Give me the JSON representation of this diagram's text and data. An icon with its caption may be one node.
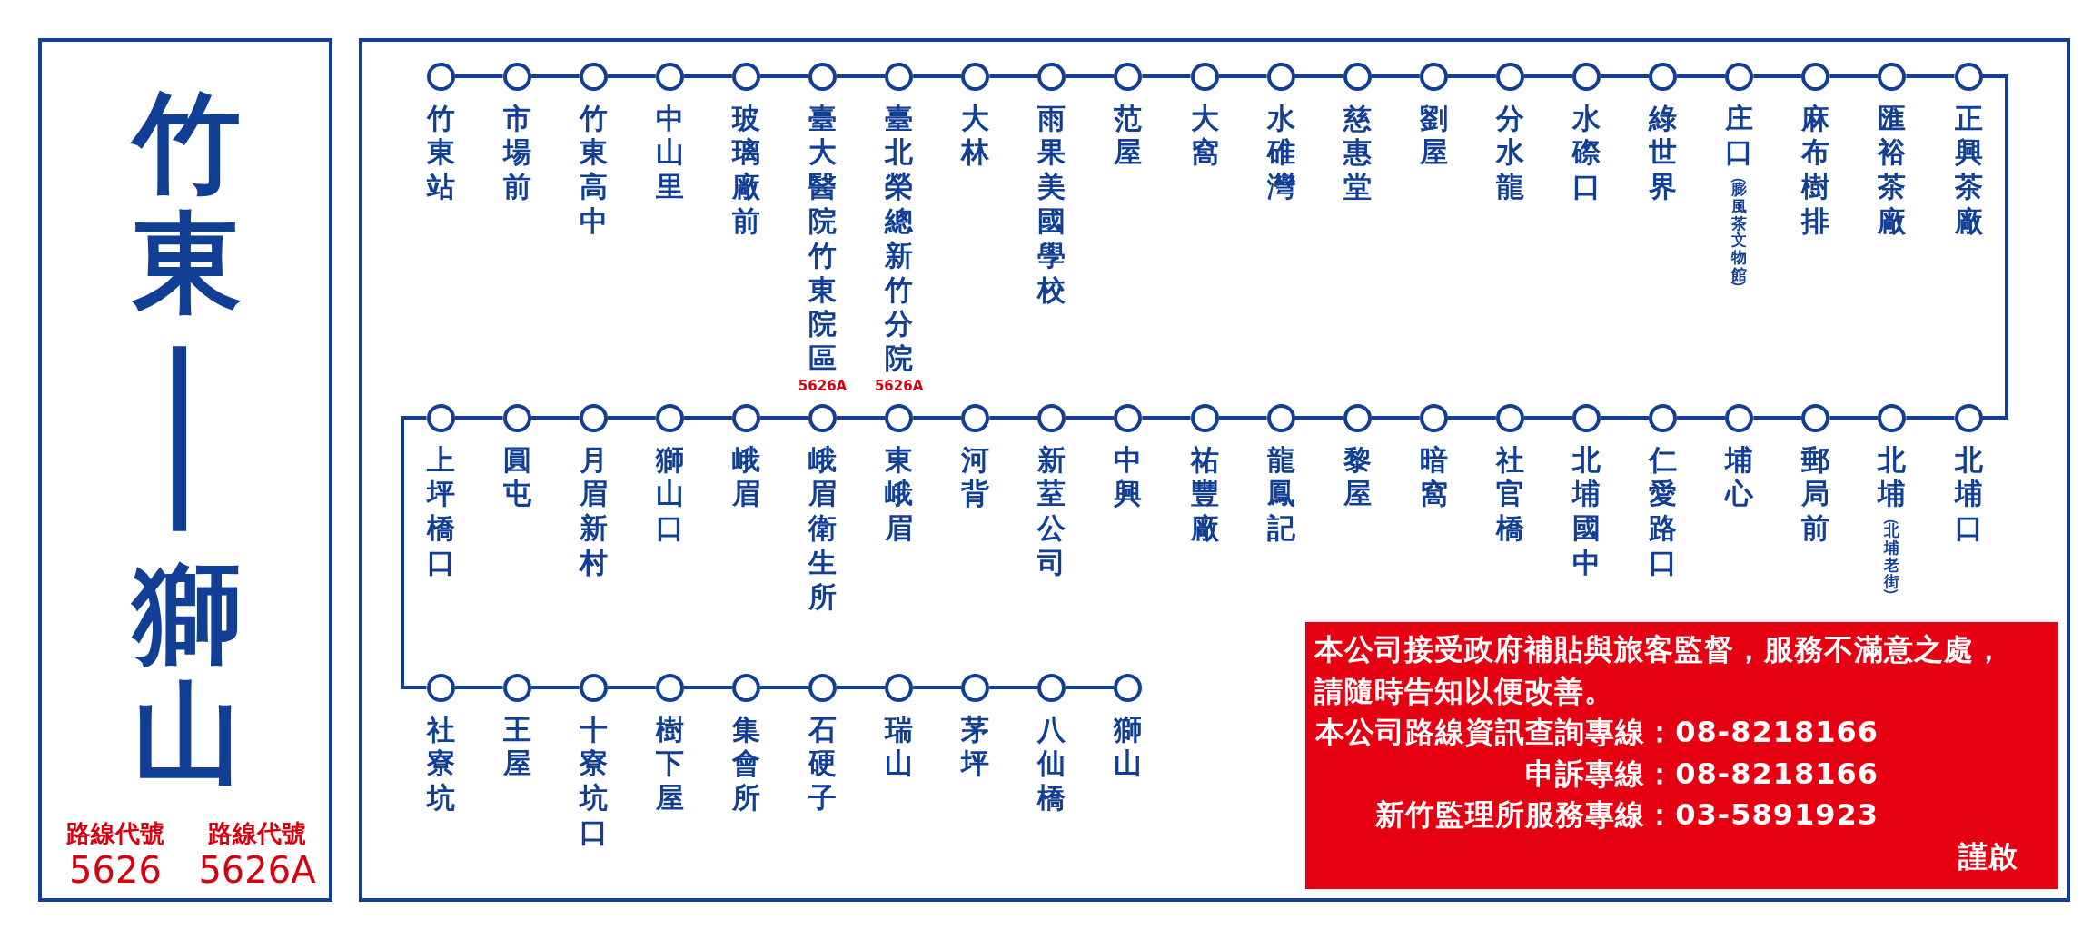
{
  "diagram": {
    "nodes": [
      {
        "text": [
          "竹東—獅山",
          "路線代號",
          "5626",
          "路線代號",
          "5626A"
        ]
      },
      {
        "text": [],
        "shape": "box"
      },
      {
        "text": [
          "竹東站"
        ],
        "in": 1
      },
      {
        "text": [
          "市場前"
        ],
        "in": 1
      },
      {
        "text": [
          "竹東高中"
        ],
        "in": 1
      },
      {
        "text": [
          "中山里"
        ],
        "in": 1
      },
      {
        "text": [
          "玻璃廠前"
        ],
        "in": 1
      },
      {
        "text": [
          "臺大醫院竹東院區"
        ],
        "in": 1
      },
      {
        "text": [
          "臺北榮總新竹分院"
        ],
        "in": 1
      },
      {
        "text": [
          "大林"
        ],
        "in": 1
      },
      {
        "text": [
          "雨果美國學校"
        ],
        "in": 1
      },
      {
        "text": [
          "范屋"
        ],
        "in": 1
      },
      {
        "text": [
          "大窩"
        ],
        "in": 1
      },
      {
        "text": [
          "水碓灣"
        ],
        "in": 1
      },
      {
        "text": [
          "慈惠堂"
        ],
        "in": 1
      },
      {
        "text": [
          "劉屋"
        ],
        "in": 1
      },
      {
        "text": [
          "分水龍"
        ],
        "in": 1
      },
      {
        "text": [
          "水磜口"
        ],
        "in": 1
      },
      {
        "text": [
          "綠世界"
        ],
        "in": 1
      },
      {
        "text": [
          "庄口",
          "（膨風茶文物館）"
        ],
        "in": 1
      },
      {
        "text": [
          "麻布樹排"
        ],
        "in": 1
      },
      {
        "text": [
          "匯裕茶廠"
        ],
        "in": 1
      },
      {
        "text": [
          "正興茶廠"
        ],
        "in": 1
      },
      {
        "text": [
          "北埔口"
        ],
        "in": 1
      },
      {
        "text": [
          "北埔",
          "（北埔老街）"
        ],
        "in": 1
      },
      {
        "text": [
          "郵局前"
        ],
        "in": 1
      },
      {
        "text": [
          "埔心"
        ],
        "in": 1
      },
      {
        "text": [
          "仁愛路口"
        ],
        "in": 1
      },
      {
        "text": [
          "北埔國中"
        ],
        "in": 1
      },
      {
        "text": [
          "社官橋"
        ],
        "in": 1
      },
      {
        "text": [
          "暗窩"
        ],
        "in": 1
      },
      {
        "text": [
          "黎屋"
        ],
        "in": 1
      },
      {
        "text": [
          "龍鳳記"
        ],
        "in": 1
      },
      {
        "text": [
          "祐豐廠"
        ],
        "in": 1
      },
      {
        "text": [
          "中興"
        ],
        "in": 1
      },
      {
        "text": [
          "新荎公司"
        ],
        "in": 1
      },
      {
        "text": [
          "河背"
        ],
        "in": 1
      },
      {
        "text": [
          "東峨眉"
        ],
        "in": 1
      },
      {
        "text": [
          "峨眉衛生所"
        ],
        "in": 1
      },
      {
        "text": [
          "峨眉"
        ],
        "in": 1
      },
      {
        "text": [
          "獅山口"
        ],
        "in": 1
      },
      {
        "text": [
          "月眉新村"
        ],
        "in": 1
      },
      {
        "text": [
          "圓屯"
        ],
        "in": 1
      },
      {
        "text": [
          "上坪橋口"
        ],
        "in": 1
      },
      {
        "text": [
          "社寮坑"
        ],
        "in": 1
      },
      {
        "text": [
          "王屋"
        ],
        "in": 1
      },
      {
        "text": [
          "十寮坑口"
        ],
        "in": 1
      },
      {
        "text": [
          "樹下屋"
        ],
        "in": 1
      },
      {
        "text": [
          "集會所"
        ],
        "in": 1
      },
      {
        "text": [
          "石硬子"
        ],
        "in": 1
      },
      {
        "text": [
          "瑞山"
        ],
        "in": 1
      },
      {
        "text": [
          "茅坪"
        ],
        "in": 1
      },
      {
        "text": [
          "八仙橋"
        ],
        "in": 1
      },
      {
        "text": [
          "獅山"
        ],
        "in": 1
      },
      {
        "text": [
          "本公司接受政府補貼與旅客監督，服務不滿意之處，請隨時告知以便改善。",
          "本公司路線資訊查詢專線：08-8218166",
          "申訴專線：08-8218166",
          "新竹監理所服務專線：03-5891923",
          "謹啟"
        ],
        "in": 1
      }
    ],
    "edges": [
      {
        "from": 2,
        "to": 3,
        "arrow": "none"
      },
      {
        "from": 3,
        "to": 4,
        "arrow": "none"
      },
      {
        "from": 4,
        "to": 5,
        "arrow": "none"
      },
      {
        "from": 5,
        "to": 6,
        "arrow": "none"
      },
      {
        "from": 6,
        "to": 7,
        "arrow": "none"
      },
      {
        "from": 7,
        "to": 8,
        "arrow": "none"
      },
      {
        "from": 8,
        "to": 9,
        "arrow": "none"
      },
      {
        "from": 9,
        "to": 10,
        "arrow": "none"
      },
      {
        "from": 10,
        "to": 11,
        "arrow": "none"
      },
      {
        "from": 11,
        "to": 12,
        "arrow": "none"
      },
      {
        "from": 12,
        "to": 13,
        "arrow": "none"
      },
      {
        "from": 13,
        "to": 14,
        "arrow": "none"
      },
      {
        "from": 14,
        "to": 15,
        "arrow": "none"
      },
      {
        "from": 15,
        "to": 16,
        "arrow": "none"
      },
      {
        "from": 16,
        "to": 17,
        "arrow": "none"
      },
      {
        "from": 17,
        "to": 18,
        "arrow": "none"
      },
      {
        "from": 18,
        "to": 19,
        "arrow": "none"
      },
      {
        "from": 19,
        "to": 20,
        "arrow": "none"
      },
      {
        "from": 20,
        "to": 21,
        "arrow": "none"
      },
      {
        "from": 21,
        "to": 22,
        "arrow": "none"
      },
      {
        "from": 22,
        "to": 23,
        "arrow": "none"
      },
      {
        "from": 23,
        "to": 24,
        "arrow": "none"
      },
      {
        "from": 24,
        "to": 25,
        "arrow": "none"
      },
      {
        "from": 25,
        "to": 26,
        "arrow": "none"
      },
      {
        "from": 26,
        "to": 27,
        "arrow": "none"
      },
      {
        "from": 27,
        "to": 28,
        "arrow": "none"
      },
      {
        "from": 28,
        "to": 29,
        "arrow": "none"
      },
      {
        "from": 29,
        "to": 30,
        "arrow": "none"
      },
      {
        "from": 30,
        "to": 31,
        "arrow": "none"
      },
      {
        "from": 31,
        "to": 32,
        "arrow": "none"
      },
      {
        "from": 32,
        "to": 33,
        "arrow": "none"
      },
      {
        "from": 33,
        "to": 34,
        "arrow": "none"
      },
      {
        "from": 34,
        "to": 35,
        "arrow": "none"
      },
      {
        "from": 35,
        "to": 36,
        "arrow": "none"
      },
      {
        "from": 36,
        "to": 37,
        "arrow": "none"
      },
      {
        "from": 37,
        "to": 38,
        "arrow": "none"
      },
      {
        "from": 38,
        "to": 39,
        "arrow": "none"
      },
      {
        "from": 39,
        "to": 40,
        "arrow": "none"
      },
      {
        "from": 40,
        "to": 41,
        "arrow": "none"
      },
      {
        "from": 41,
        "to": 42,
        "arrow": "none"
      },
      {
        "from": 42,
        "to": 43,
        "arrow": "none"
      },
      {
        "from": 43,
        "to": 44,
        "arrow": "none"
      },
      {
        "from": 44,
        "to": 45,
        "arrow": "none"
      },
      {
        "from": 45,
        "to": 46,
        "arrow": "none"
      },
      {
        "from": 46,
        "to": 47,
        "arrow": "none"
      },
      {
        "from": 47,
        "to": 48,
        "arrow": "none"
      },
      {
        "from": 48,
        "to": 49,
        "arrow": "none"
      },
      {
        "from": 49,
        "to": 50,
        "arrow": "none"
      },
      {
        "from": 50,
        "to": 51,
        "arrow": "none"
      },
      {
        "from": 51,
        "to": 52,
        "arrow": "none"
      },
      {
        "from": 52,
        "to": 53,
        "arrow": "none"
      }
    ],
    "labels": [
      "5626A",
      "5626A"
    ]
  }
}
